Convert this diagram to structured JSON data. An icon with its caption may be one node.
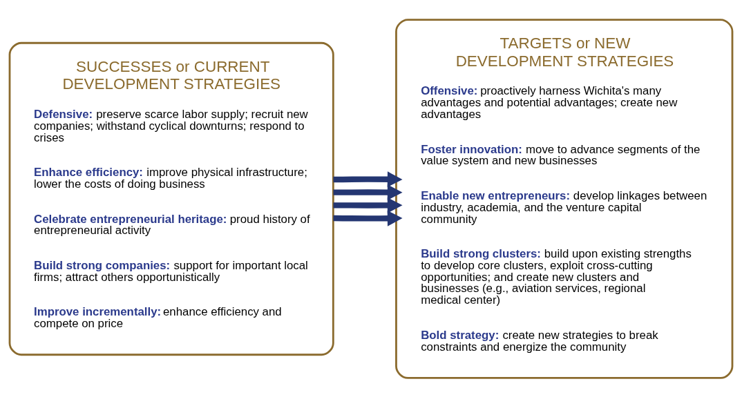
{
  "diagram": {
    "nodes": [
      {
        "text": [
          "SUCCESSES or CURRENT DEVELOPMENT STRATEGIES",
          "Defensive: preserve scarce labor supply; recruit new companies; withstand cyclical downturns; respond to crises",
          "Enhance efficiency: improve physical infrastructure; lower the costs of doing business",
          "Celebrate entrepreneurial heritage: proud history of entrepreneurial activity",
          "Build strong companies: support for important local firms; attract others opportunistically",
          "Improve incrementally: enhance efficiency and compete on price"
        ]
      },
      {
        "text": [
          "TARGETS or NEW DEVELOPMENT STRATEGIES",
          "Offensive: proactively harness Wichita's many advantages and potential advantages; create new advantages",
          "Foster innovation: move to advance segments of the value system and new businesses",
          "Enable new entrepreneurs: develop linkages between industry, academia, and the venture capital community",
          "Build strong clusters: build upon existing strengths to develop core clusters, exploit cross-cutting opportunities; and create new clusters and businesses (e.g., aviation services, regional medical center)",
          "Bold strategy: create new strategies to break constraints and energize the community"
        ]
      }
    ],
    "edges": [
      {
        "from": 0,
        "to": 1,
        "arrow": "to"
      },
      {
        "from": 0,
        "to": 1,
        "arrow": "to"
      },
      {
        "from": 0,
        "to": 1,
        "arrow": "to"
      },
      {
        "from": 0,
        "to": 1,
        "arrow": "to"
      }
    ]
  }
}
